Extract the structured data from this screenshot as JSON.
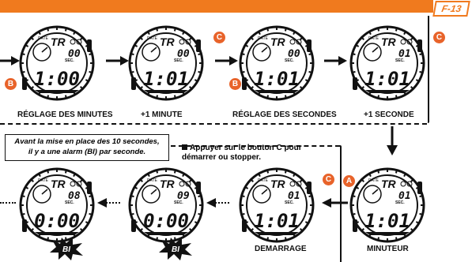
{
  "page_badge": "F-13",
  "captions": {
    "c1": "RÉGLAGE DES MINUTES",
    "c2": "+1 MINUTE",
    "c3": "RÉGLAGE DES SECONDES",
    "c4": "+1 SECONDE",
    "c5": "DEMARRAGE",
    "c6": "MINUTEUR"
  },
  "note_box": {
    "line1": "Avant la mise en place des 10 secondes,",
    "line2": "il y a une alarm (BI) par seconde."
  },
  "note2": {
    "line1": "Appuyer sur le bouton C pour",
    "line2": "démarrer ou stopper."
  },
  "watches": [
    {
      "top": "00",
      "main": "1:00",
      "sec": "SEC."
    },
    {
      "top": "00",
      "main": "1:01",
      "sec": "SEC."
    },
    {
      "top": "00",
      "main": "1:01",
      "sec": "SEC."
    },
    {
      "top": "01",
      "main": "1:01",
      "sec": "SEC."
    },
    {
      "top": "08",
      "main": "0:00",
      "sec": "SEC."
    },
    {
      "top": "09",
      "main": "0:00",
      "sec": "SEC."
    },
    {
      "top": "01",
      "main": "1:01",
      "sec": "SEC."
    },
    {
      "top": "01",
      "main": "1:01",
      "sec": "SEC."
    }
  ],
  "watch_brand": "TR",
  "watch_date": "DATE",
  "buttons": {
    "a": "A",
    "b": "B",
    "c": "C"
  },
  "alarm_label": "BI",
  "colors": {
    "accent": "#f07a1e",
    "button": "#e8632a"
  }
}
